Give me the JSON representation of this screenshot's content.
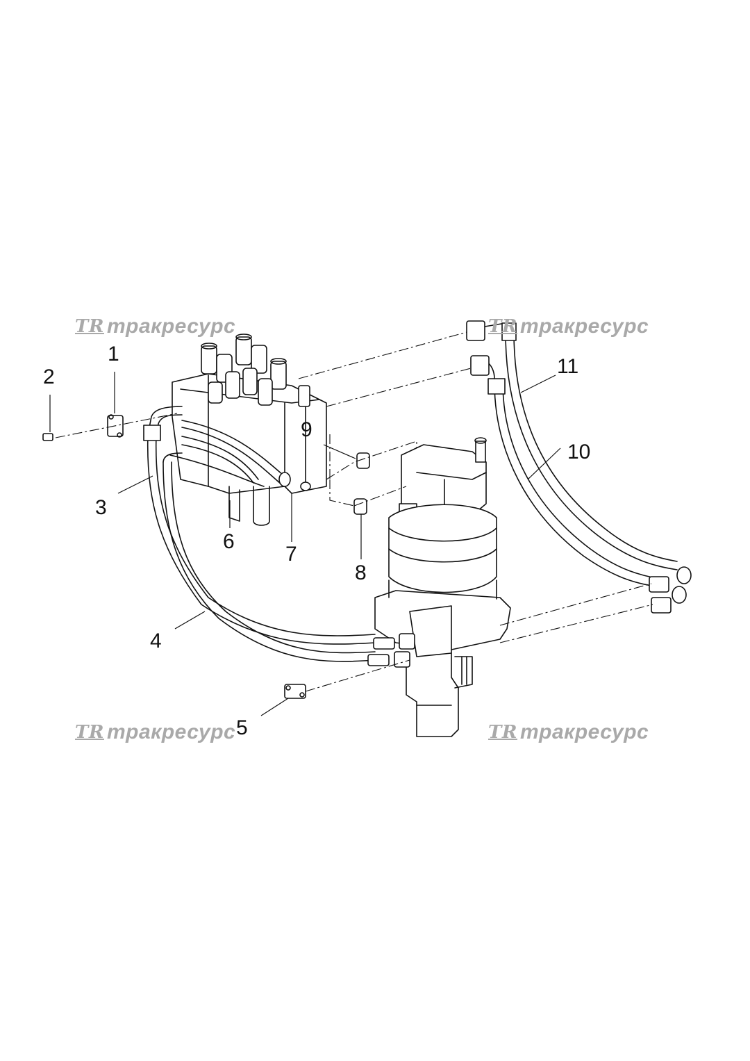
{
  "watermark": {
    "logo_text": "TR",
    "brand_text": "тракресурс"
  },
  "callouts": [
    "1",
    "2",
    "3",
    "4",
    "5",
    "6",
    "7",
    "8",
    "9",
    "10",
    "11"
  ],
  "colors": {
    "line": "#111111",
    "watermark": "#a9a9a9",
    "background": "#ffffff"
  }
}
